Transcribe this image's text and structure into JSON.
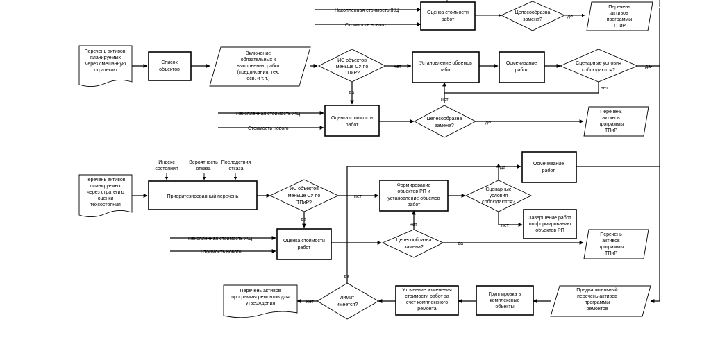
{
  "nodes": {
    "accum_top": "Накопленная стоимость ЖЦ",
    "newcost_top": "Стоимость нового",
    "estimate_top": [
      "Оценка стоимости",
      "работ"
    ],
    "feasible_top": [
      "Целесообразна",
      "замена?"
    ],
    "list_top": [
      "Перечень",
      "активов",
      "программы",
      "ТПиР"
    ],
    "mixed_doc": [
      "Перечень активов,",
      "планируемых",
      "через смешанную",
      "стратегию"
    ],
    "objects_list": [
      "Список",
      "объектов"
    ],
    "include_works": [
      "Включение",
      "обязательных к",
      "выполнению работ",
      "(предписания, тех.",
      "осв. и т.п.)"
    ],
    "is_less_1": [
      "ИС объектов",
      "меньше СУ по",
      "ТПиР?"
    ],
    "set_volumes": [
      "Установление объемов",
      "работ"
    ],
    "estimate_cost_1": [
      "Осмечивание",
      "работ"
    ],
    "scenario_1": [
      "Сценарные условия",
      "соблюдаются?"
    ],
    "accum_1": "Накопленная стоимость ЖЦ",
    "newcost_1": "Стоимость нового",
    "estimate_1": [
      "Оценка стоимости",
      "работ"
    ],
    "feasible_1": [
      "Целесообразна",
      "замена?"
    ],
    "list_1": [
      "Перечень",
      "активов",
      "программы",
      "ТПиР"
    ],
    "index_state": [
      "Индекс",
      "состояния"
    ],
    "prob_fail": [
      "Вероятность",
      "отказа"
    ],
    "cons_fail": [
      "Последствия",
      "отказа"
    ],
    "tech_doc": [
      "Перечень активов,",
      "планируемых",
      "через стратегию",
      "оценки",
      "техсостояния"
    ],
    "prio_list": "Приоритезированный перечень",
    "is_less_2": [
      "ИС объектов",
      "меньше СУ по",
      "ТПиР?"
    ],
    "form_rp": [
      "Формирование",
      "объектов РП и",
      "установление объемов",
      "работ"
    ],
    "scenario_2": [
      "Сценарные",
      "условия",
      "соблюдаются?"
    ],
    "estimate_cost_2": [
      "Осмечивание",
      "работ"
    ],
    "finish_rp": [
      "Завершение работ",
      "по формированию",
      "объектов РП"
    ],
    "accum_2": "Накопленная стоимость ЖЦ",
    "newcost_2": "Стоимость нового",
    "estimate_2": [
      "Оценка стоимости",
      "работ"
    ],
    "feasible_2": [
      "Целесообразна",
      "замена?"
    ],
    "list_2": [
      "Перечень",
      "активов",
      "программы",
      "ТПиР"
    ],
    "approval_doc": [
      "Перечень активов",
      "программы ремонтов для",
      "утверждения"
    ],
    "limit": [
      "Лимит",
      "имеется?"
    ],
    "refine_cost": [
      "Уточнение изменения",
      "стоимости работ за",
      "счет комплексного",
      "ремонта"
    ],
    "group_complex": [
      "Группировка в",
      "комплексные",
      "объекты"
    ],
    "prelim_list": [
      "Предварительный",
      "перечень активов",
      "программы",
      "ремонтов"
    ]
  },
  "labels": {
    "yes": "да",
    "no": "нет",
    "yes_cut": "да-"
  }
}
